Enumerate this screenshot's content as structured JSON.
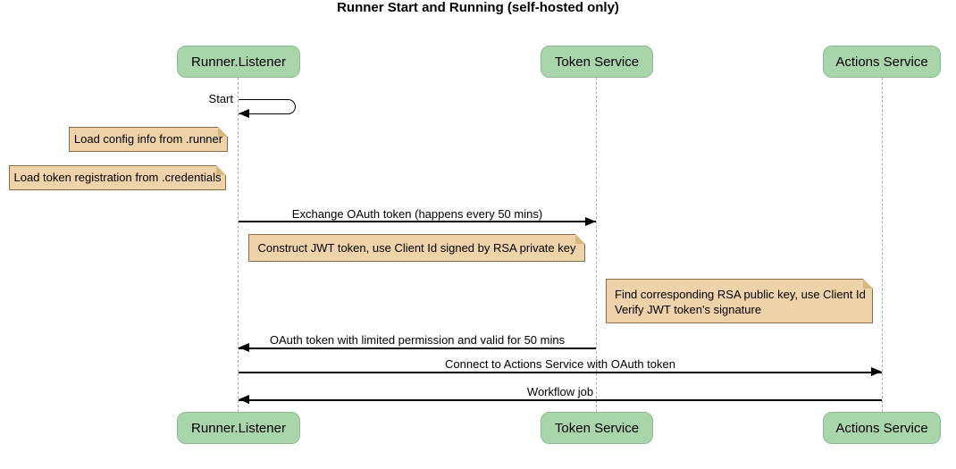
{
  "title": "Runner Start and Running (self-hosted only)",
  "participants": [
    "Runner.Listener",
    "Token Service",
    "Actions Service"
  ],
  "self_message": {
    "label": "Start"
  },
  "notes": [
    {
      "text": "Load config info from .runner",
      "position": "left of Runner.Listener"
    },
    {
      "text": "Load token registration from .credentials",
      "position": "left of Runner.Listener"
    },
    {
      "text": "Construct JWT token, use Client Id signed by RSA private key",
      "position": "right of Runner.Listener"
    },
    {
      "line1": "Find corresponding RSA public key, use Client Id",
      "line2": "Verify JWT token's signature",
      "position": "left of Actions Service"
    }
  ],
  "messages": [
    {
      "from": "Runner.Listener",
      "to": "Token Service",
      "direction": "right",
      "label": "Exchange OAuth token (happens every 50 mins)"
    },
    {
      "from": "Token Service",
      "to": "Runner.Listener",
      "direction": "left",
      "label": "OAuth token with limited permission and valid for 50 mins"
    },
    {
      "from": "Runner.Listener",
      "to": "Actions Service",
      "direction": "right",
      "label": "Connect to Actions Service with OAuth token"
    },
    {
      "from": "Actions Service",
      "to": "Runner.Listener",
      "direction": "left",
      "label": "Workflow job"
    }
  ],
  "colors": {
    "participant_fill": "#a9d5aa",
    "participant_border": "#8cba8e",
    "note_fill": "#eed2a9",
    "note_border": "#8a6d45",
    "note_fold": "#d8b67e",
    "lifeline": "#ababab",
    "arrow": "#000000",
    "background": "#ffffff"
  }
}
